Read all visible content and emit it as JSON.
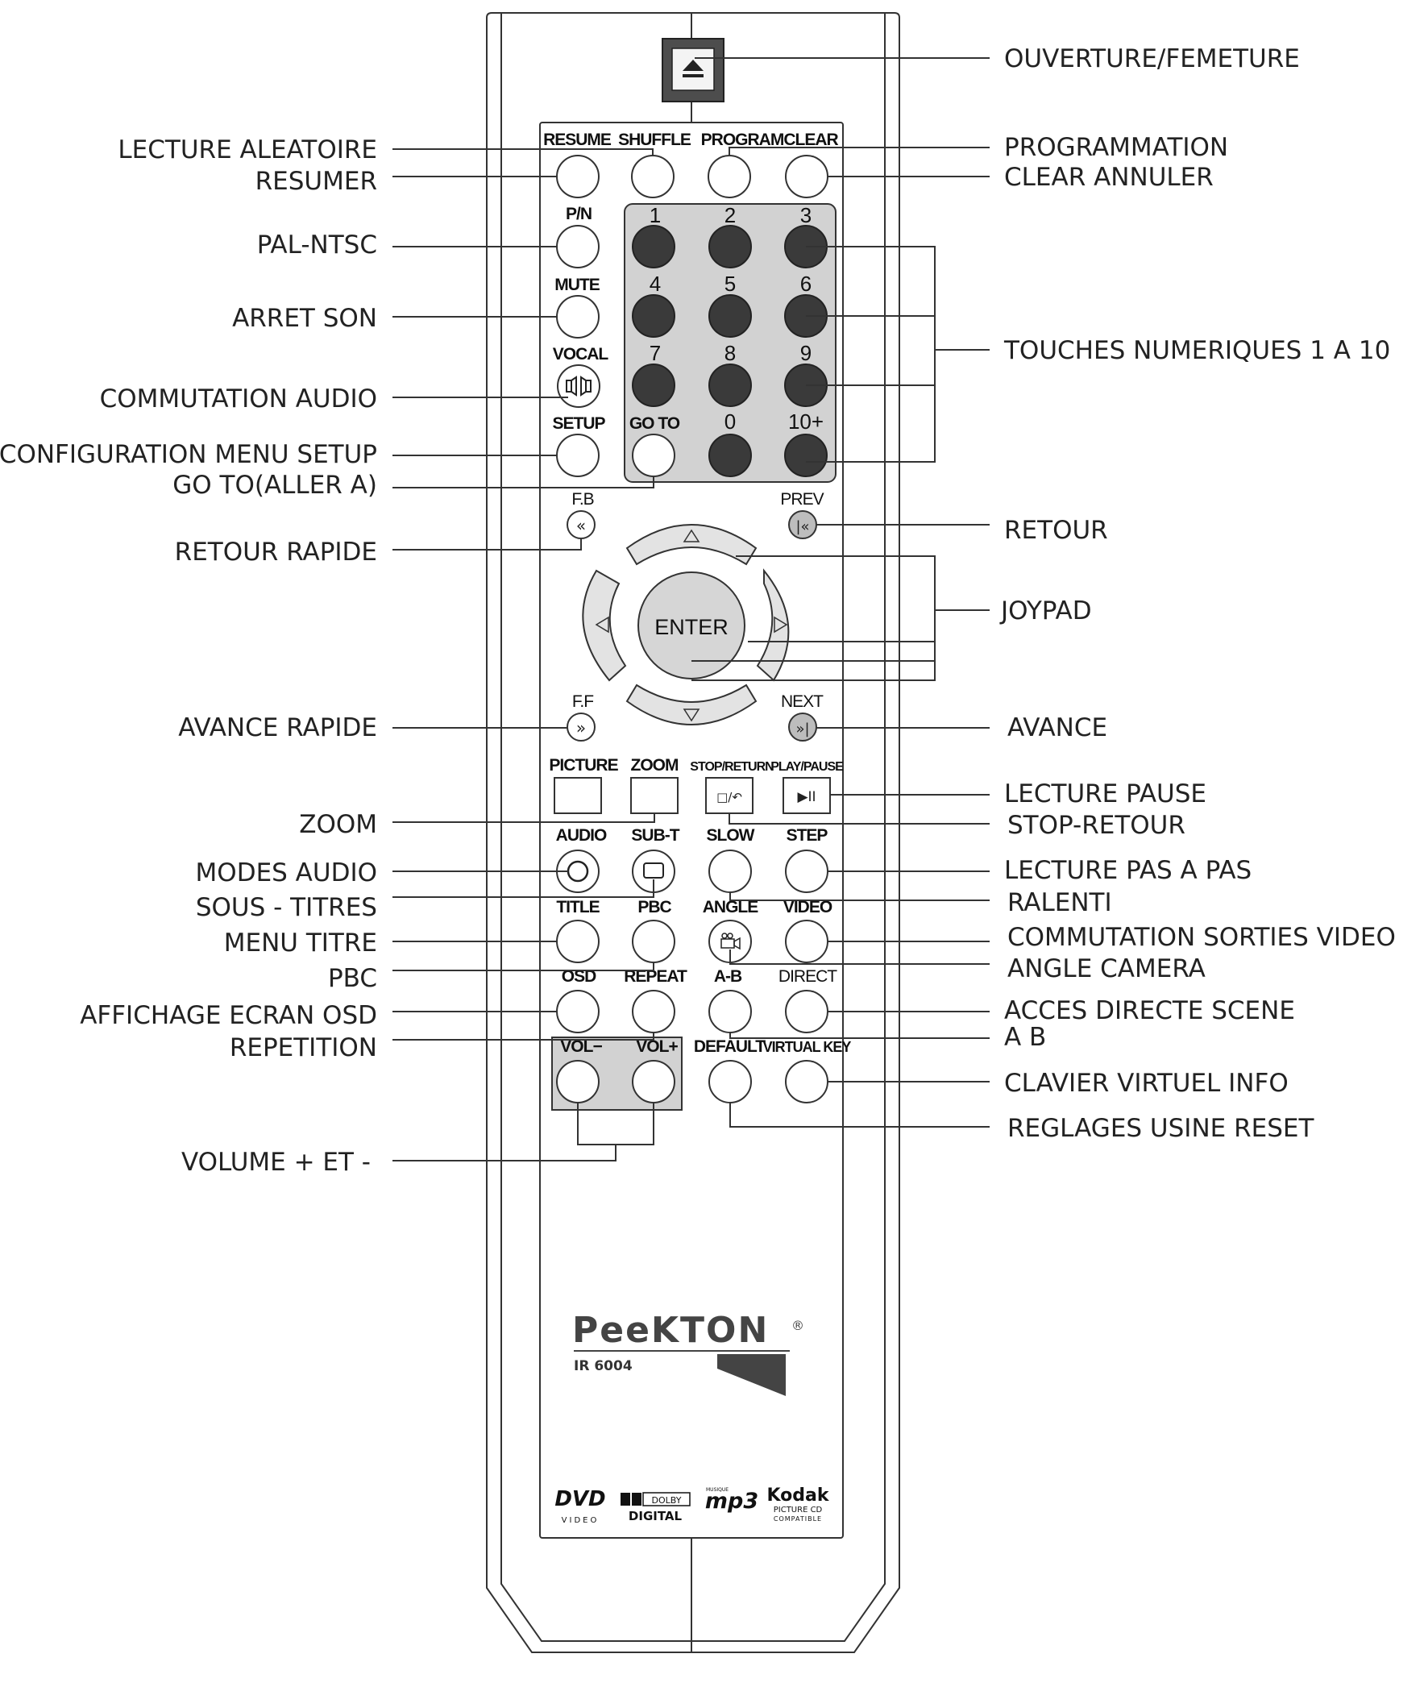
{
  "callouts_left": {
    "lecture_aleatoire": "LECTURE ALEATOIRE",
    "resumer": "RESUMER",
    "pal_ntsc": "PAL-NTSC",
    "arret_son": "ARRET SON",
    "commutation_audio": "COMMUTATION AUDIO",
    "configuration_menu_setup": "CONFIGURATION MENU SETUP",
    "go_to_aller_a": "GO TO(ALLER A)",
    "retour_rapide": "RETOUR RAPIDE",
    "avance_rapide": "AVANCE RAPIDE",
    "zoom": "ZOOM",
    "modes_audio": "MODES AUDIO",
    "sous_titres": "SOUS - TITRES",
    "menu_titre": "MENU TITRE",
    "pbc": "PBC",
    "affichage_ecran_osd": "AFFICHAGE ECRAN OSD",
    "repetition": "REPETITION",
    "volume": "VOLUME + ET -"
  },
  "callouts_right": {
    "ouverture_fermeture": "OUVERTURE/FEMETURE",
    "programmation": "PROGRAMMATION",
    "clear_annuler": "CLEAR ANNULER",
    "touches_numeriques": "TOUCHES NUMERIQUES 1 A 10",
    "retour": "RETOUR",
    "joypad": "JOYPAD",
    "avance": "AVANCE",
    "lecture_pause": "LECTURE PAUSE",
    "stop_retour": "STOP-RETOUR",
    "lecture_pas_a_pas": "LECTURE PAS A PAS",
    "ralenti": "RALENTI",
    "commutation_sorties_video": "COMMUTATION SORTIES VIDEO",
    "angle_camera": "ANGLE CAMERA",
    "acces_directe_scene": "ACCES DIRECTE SCENE",
    "a_b": "A B",
    "clavier_virtuel_info": "CLAVIER VIRTUEL INFO",
    "reglages_usine_reset": "REGLAGES USINE RESET"
  },
  "remote": {
    "row1": [
      "RESUME",
      "SHUFFLE",
      "PROGRAM",
      "CLEAR"
    ],
    "pn": "P/N",
    "mute": "MUTE",
    "vocal": "VOCAL",
    "setup": "SETUP",
    "goto": "GO TO",
    "digits": [
      "1",
      "2",
      "3",
      "4",
      "5",
      "6",
      "7",
      "8",
      "9",
      "0",
      "10+"
    ],
    "fb": "F.B",
    "prev": "PREV",
    "enter": "ENTER",
    "ff": "F.F",
    "next": "NEXT",
    "row_picture": [
      "PICTURE",
      "ZOOM",
      "STOP/RETURN",
      "PLAY/PAUSE"
    ],
    "row_audio": [
      "AUDIO",
      "SUB-T",
      "SLOW",
      "STEP"
    ],
    "row_title": [
      "TITLE",
      "PBC",
      "ANGLE",
      "VIDEO"
    ],
    "row_osd": [
      "OSD",
      "REPEAT",
      "A-B",
      "DIRECT"
    ],
    "vol_minus": "VOL−",
    "vol_plus": "VOL+",
    "default": "DEFAULT",
    "virtual_key": "VIRTUAL KEY"
  },
  "branding": {
    "brand": "PeeKTON",
    "registered": "®",
    "model": "IR 6004",
    "logos": {
      "dvd": "DVD",
      "dvd_sub": "VIDEO",
      "dolby": "DOLBY",
      "dolby_sub": "DIGITAL",
      "mp3": "mp3",
      "mp3_sub": "MUSIQUE",
      "kodak": "Kodak",
      "kodak_sub1": "PICTURE CD",
      "kodak_sub2": "COMPATIBLE"
    }
  }
}
